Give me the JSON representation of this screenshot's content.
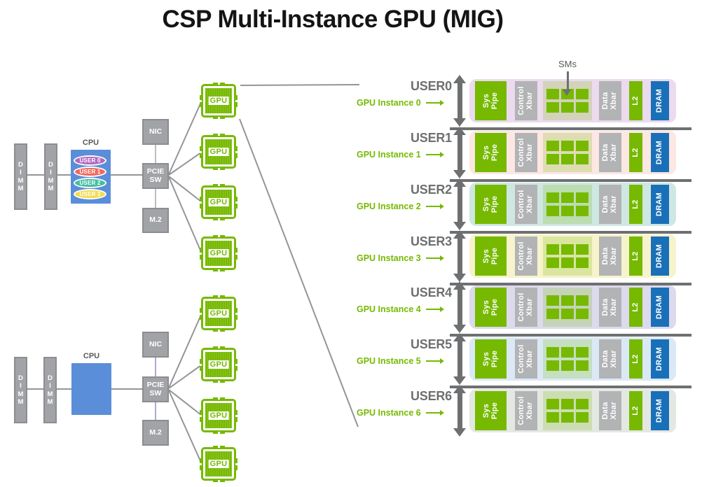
{
  "title": "CSP Multi-Instance GPU (MIG)",
  "colors": {
    "nvidia_green": "#76b900",
    "dram_blue": "#1a70b8",
    "component_gray": "#b2b3b5",
    "dimm_gray": "#a1a3a6",
    "dimm_border": "#8b8d90",
    "cpu_blue": "#5b8ed8",
    "line_gray": "#939598",
    "silver_line": "#babdc1",
    "lavender_line": "#b5a7cf",
    "dark_gray": "#6e6f71",
    "label_gray": "#595959",
    "sm_tint": "rgba(118,185,0,0.22)"
  },
  "left": {
    "dimm_label": "D\nI\nM\nM",
    "cpu_label": "CPU",
    "nic_label": "NIC",
    "pcie_label": "PCIE\nSW",
    "m2_label": "M.2",
    "gpu_chip_label": "GPU",
    "users": [
      {
        "label": "USER 0",
        "color": "#b168c0"
      },
      {
        "label": "USER 1",
        "color": "#f2685c"
      },
      {
        "label": "USER 2",
        "color": "#46bd9f"
      },
      {
        "label": "USER 3",
        "color": "#f2dc4f"
      }
    ]
  },
  "right": {
    "sms_label": "SMs",
    "component_labels": {
      "sys_pipe": "Sys\nPipe",
      "control_xbar": "Control\nXbar",
      "data_xbar": "Data\nXbar",
      "l2": "L2",
      "dram": "DRAM"
    },
    "rows": [
      {
        "user": "USER0",
        "instance": "GPU Instance 0",
        "bg": "#ecdaee"
      },
      {
        "user": "USER1",
        "instance": "GPU Instance 1",
        "bg": "#fce7e3"
      },
      {
        "user": "USER2",
        "instance": "GPU Instance 2",
        "bg": "#cfe7e2"
      },
      {
        "user": "USER3",
        "instance": "GPU Instance 3",
        "bg": "#f7f3cc"
      },
      {
        "user": "USER4",
        "instance": "GPU Instance 4",
        "bg": "#dcdaec"
      },
      {
        "user": "USER5",
        "instance": "GPU Instance 5",
        "bg": "#dbe9f6"
      },
      {
        "user": "USER6",
        "instance": "GPU Instance 6",
        "bg": "#e4e8e3"
      }
    ]
  }
}
